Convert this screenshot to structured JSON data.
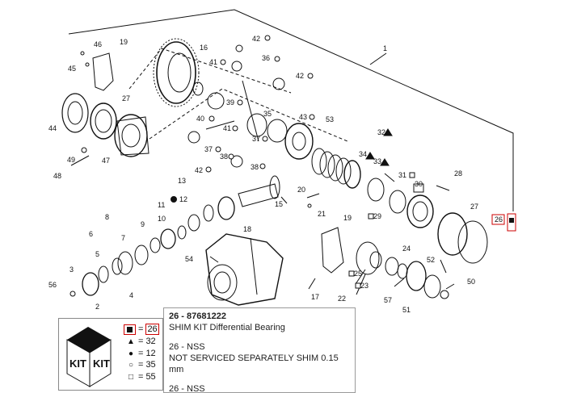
{
  "diagram": {
    "callouts": [
      {
        "id": "1",
        "label": "1"
      },
      {
        "id": "2",
        "label": "2"
      },
      {
        "id": "3",
        "label": "3"
      },
      {
        "id": "4",
        "label": "4"
      },
      {
        "id": "5",
        "label": "5"
      },
      {
        "id": "6",
        "label": "6"
      },
      {
        "id": "7",
        "label": "7"
      },
      {
        "id": "8",
        "label": "8"
      },
      {
        "id": "9",
        "label": "9"
      },
      {
        "id": "10",
        "label": "10"
      },
      {
        "id": "11",
        "label": "11"
      },
      {
        "id": "12",
        "label": "12"
      },
      {
        "id": "13",
        "label": "13"
      },
      {
        "id": "15",
        "label": "15"
      },
      {
        "id": "16",
        "label": "16"
      },
      {
        "id": "17",
        "label": "17"
      },
      {
        "id": "18",
        "label": "18"
      },
      {
        "id": "19a",
        "label": "19"
      },
      {
        "id": "19b",
        "label": "19"
      },
      {
        "id": "20",
        "label": "20"
      },
      {
        "id": "21",
        "label": "21"
      },
      {
        "id": "22",
        "label": "22"
      },
      {
        "id": "23",
        "label": "23"
      },
      {
        "id": "24",
        "label": "24"
      },
      {
        "id": "25",
        "label": "25"
      },
      {
        "id": "26",
        "label": "26"
      },
      {
        "id": "27a",
        "label": "27"
      },
      {
        "id": "27b",
        "label": "27"
      },
      {
        "id": "28",
        "label": "28"
      },
      {
        "id": "29",
        "label": "29"
      },
      {
        "id": "30",
        "label": "30"
      },
      {
        "id": "31",
        "label": "31"
      },
      {
        "id": "32",
        "label": "32"
      },
      {
        "id": "33",
        "label": "33"
      },
      {
        "id": "34",
        "label": "34"
      },
      {
        "id": "35",
        "label": "35"
      },
      {
        "id": "36",
        "label": "36"
      },
      {
        "id": "37a",
        "label": "37"
      },
      {
        "id": "37b",
        "label": "37"
      },
      {
        "id": "38a",
        "label": "38"
      },
      {
        "id": "38b",
        "label": "38"
      },
      {
        "id": "39",
        "label": "39"
      },
      {
        "id": "40",
        "label": "40"
      },
      {
        "id": "41a",
        "label": "41"
      },
      {
        "id": "41b",
        "label": "41"
      },
      {
        "id": "42a",
        "label": "42"
      },
      {
        "id": "42b",
        "label": "42"
      },
      {
        "id": "42c",
        "label": "42"
      },
      {
        "id": "43",
        "label": "43"
      },
      {
        "id": "44",
        "label": "44"
      },
      {
        "id": "45",
        "label": "45"
      },
      {
        "id": "46",
        "label": "46"
      },
      {
        "id": "47",
        "label": "47"
      },
      {
        "id": "48",
        "label": "48"
      },
      {
        "id": "49",
        "label": "49"
      },
      {
        "id": "50",
        "label": "50"
      },
      {
        "id": "51",
        "label": "51"
      },
      {
        "id": "52",
        "label": "52"
      },
      {
        "id": "53",
        "label": "53"
      },
      {
        "id": "54",
        "label": "54"
      },
      {
        "id": "56",
        "label": "56"
      },
      {
        "id": "57",
        "label": "57"
      }
    ],
    "highlight_color": "#cc0000"
  },
  "tooltip": {
    "title": "26 - 87681222",
    "description": "SHIM KIT Differential Bearing",
    "line2": "26 - NSS",
    "line3": "NOT SERVICED SEPARATELY SHIM 0.15 mm",
    "line4": "26 - NSS"
  },
  "kit_legend": {
    "box_text_1": "KIT",
    "box_text_2": "KIT",
    "rows": [
      {
        "symbol": "filled-square",
        "value": "26"
      },
      {
        "symbol": "filled-triangle",
        "value": "32"
      },
      {
        "symbol": "filled-circle",
        "value": "12"
      },
      {
        "symbol": "open-circle",
        "value": "35"
      },
      {
        "symbol": "open-square",
        "value": "55"
      }
    ]
  }
}
